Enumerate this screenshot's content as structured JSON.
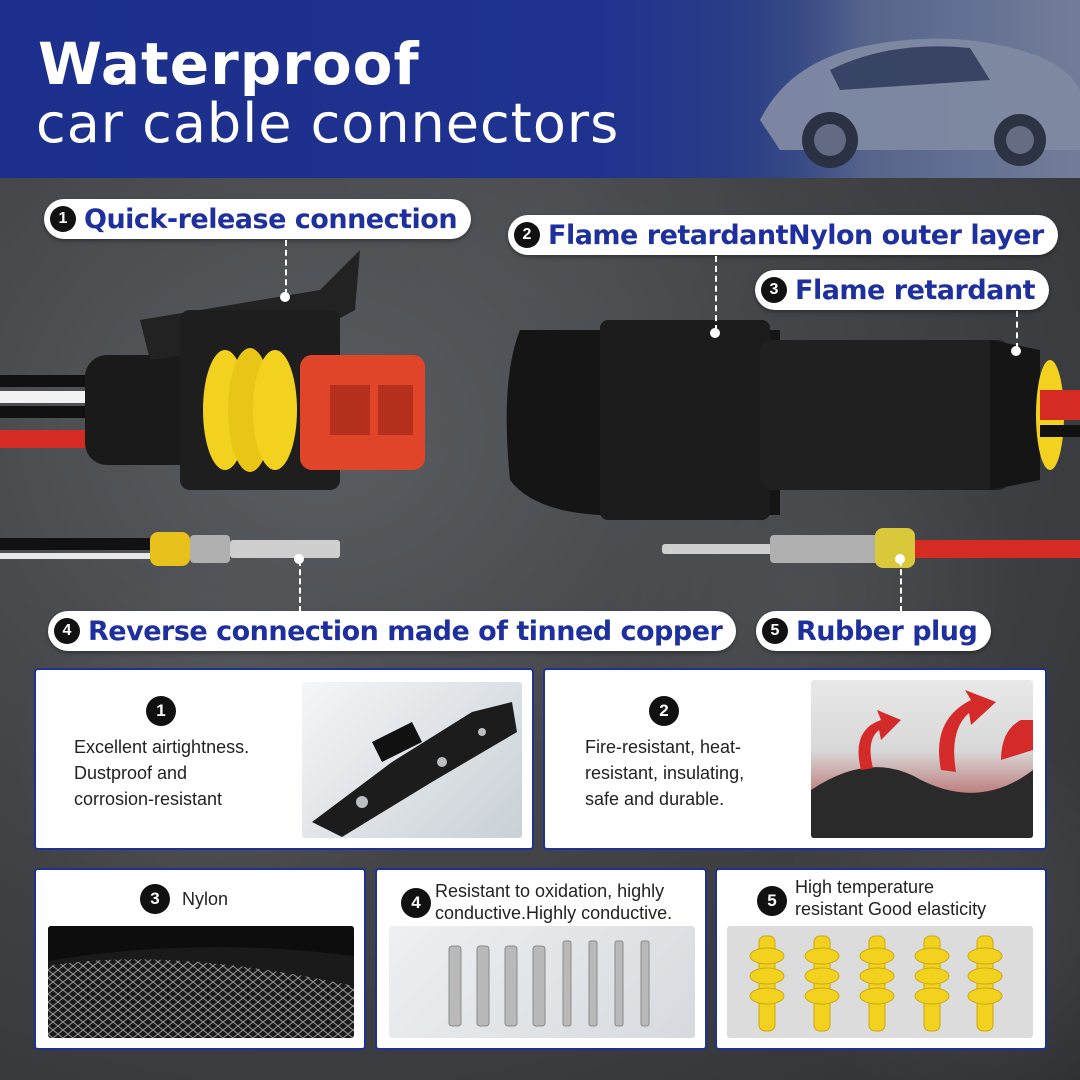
{
  "header": {
    "title_line1": "Waterproof",
    "title_line2": "car cable connectors"
  },
  "callouts": [
    {
      "number": "1",
      "label": "Quick-release connection"
    },
    {
      "number": "2",
      "label": "Flame retardantNylon outer layer"
    },
    {
      "number": "3",
      "label": "Flame retardant"
    },
    {
      "number": "4",
      "label": "Reverse connection made of tinned copper"
    },
    {
      "number": "5",
      "label": "Rubber plug"
    }
  ],
  "features": [
    {
      "number": "1",
      "lines": [
        "Excellent airtightness.",
        "Dustproof and",
        "corrosion-resistant"
      ]
    },
    {
      "number": "2",
      "lines": [
        "Fire-resistant, heat-",
        "resistant, insulating,",
        "safe and durable."
      ]
    },
    {
      "number": "3",
      "lines": [
        "Nylon"
      ]
    },
    {
      "number": "4",
      "lines": [
        "Resistant to oxidation, highly",
        "conductive.Highly conductive."
      ]
    },
    {
      "number": "5",
      "lines": [
        "High temperature",
        "resistant Good elasticity"
      ]
    }
  ],
  "colors": {
    "brand_blue": "#1f3293",
    "callout_text": "#1e2f9e",
    "seal_yellow": "#f2d21e",
    "connector_red": "#e0452a"
  },
  "icons": [
    "car-photo",
    "connector-female",
    "connector-male",
    "terminal-pin",
    "rubber-seal",
    "fire-arrow"
  ]
}
